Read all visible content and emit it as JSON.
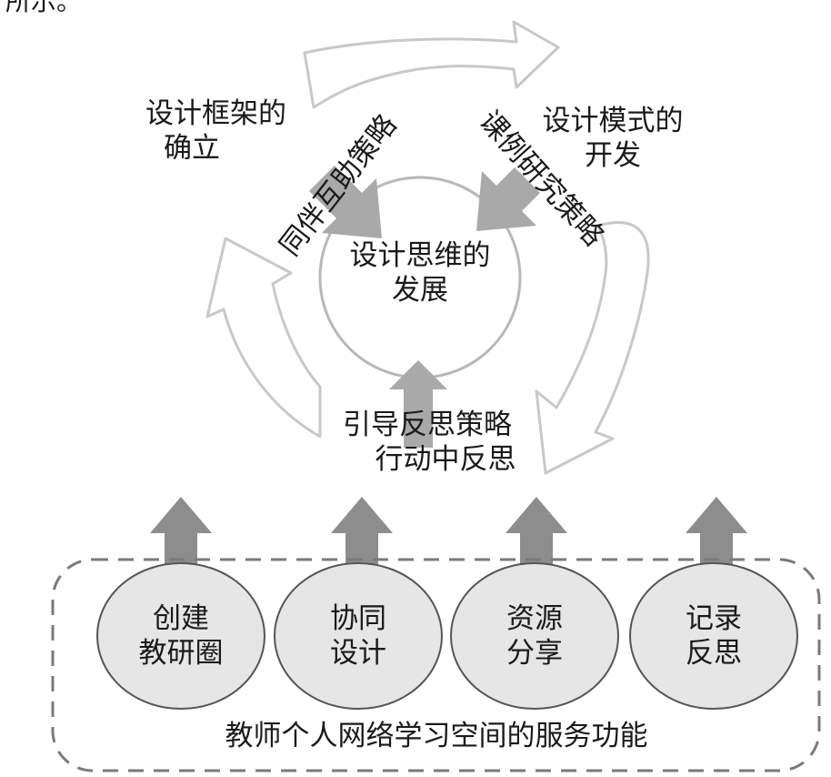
{
  "header_fragment": "所示。",
  "center": {
    "line1": "设计思维的",
    "line2": "发展"
  },
  "stages": {
    "framework": {
      "line1": "设计框架的",
      "line2": "确立"
    },
    "pattern": {
      "line1": "设计模式的",
      "line2": "开发"
    }
  },
  "strategies": {
    "peer": "同伴互助策略",
    "case": "课例研究策略",
    "reflect": "引导反思策略",
    "in_action": "行动中反思"
  },
  "functions": [
    {
      "line1": "创建",
      "line2": "教研圈"
    },
    {
      "line1": "协同",
      "line2": "设计"
    },
    {
      "line1": "资源",
      "line2": "分享"
    },
    {
      "line1": "记录",
      "line2": "反思"
    }
  ],
  "space_label": "教师个人网络学习空间的服务功能",
  "colors": {
    "cycle_outline": "#c8c8c8",
    "strategy_arrow": "#a9a9a9",
    "support_arrow": "#8d8d8d",
    "ellipse_fill": "#e6e6e6",
    "dashed_border": "#7a7a7a",
    "text": "#1a1a1a"
  }
}
